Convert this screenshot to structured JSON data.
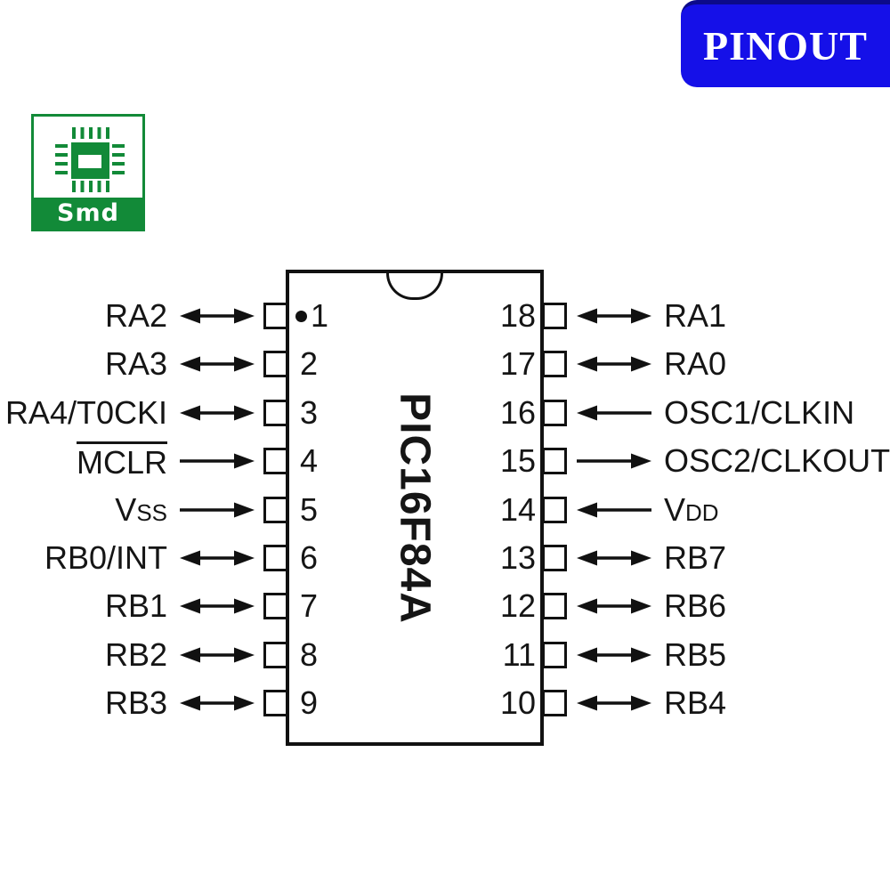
{
  "badge": {
    "label": "PINOUT",
    "bg_color": "#1510e8",
    "text_color": "#ffffff"
  },
  "logo": {
    "text": "Smd",
    "color": "#128a38"
  },
  "chip": {
    "title": "PIC16F84A",
    "left_pins": [
      {
        "num": "1",
        "label": "RA2",
        "sub": "",
        "ov": "",
        "dir": "bidir"
      },
      {
        "num": "2",
        "label": "RA3",
        "sub": "",
        "ov": "",
        "dir": "bidir"
      },
      {
        "num": "3",
        "label": "RA4/T0CKI",
        "sub": "",
        "ov": "",
        "dir": "bidir"
      },
      {
        "num": "4",
        "label": "",
        "sub": "",
        "ov": "MCLR",
        "dir": "in"
      },
      {
        "num": "5",
        "label": "V",
        "sub": "SS",
        "ov": "",
        "dir": "in"
      },
      {
        "num": "6",
        "label": "RB0/INT",
        "sub": "",
        "ov": "",
        "dir": "bidir"
      },
      {
        "num": "7",
        "label": "RB1",
        "sub": "",
        "ov": "",
        "dir": "bidir"
      },
      {
        "num": "8",
        "label": "RB2",
        "sub": "",
        "ov": "",
        "dir": "bidir"
      },
      {
        "num": "9",
        "label": "RB3",
        "sub": "",
        "ov": "",
        "dir": "bidir"
      }
    ],
    "right_pins": [
      {
        "num": "18",
        "label": "RA1",
        "sub": "",
        "ov": "",
        "dir": "bidir"
      },
      {
        "num": "17",
        "label": "RA0",
        "sub": "",
        "ov": "",
        "dir": "bidir"
      },
      {
        "num": "16",
        "label": "OSC1/CLKIN",
        "sub": "",
        "ov": "",
        "dir": "in"
      },
      {
        "num": "15",
        "label": "OSC2/CLKOUT",
        "sub": "",
        "ov": "",
        "dir": "out"
      },
      {
        "num": "14",
        "label": "V",
        "sub": "DD",
        "ov": "",
        "dir": "in"
      },
      {
        "num": "13",
        "label": "RB7",
        "sub": "",
        "ov": "",
        "dir": "bidir"
      },
      {
        "num": "12",
        "label": "RB6",
        "sub": "",
        "ov": "",
        "dir": "bidir"
      },
      {
        "num": "11",
        "label": "RB5",
        "sub": "",
        "ov": "",
        "dir": "bidir"
      },
      {
        "num": "10",
        "label": "RB4",
        "sub": "",
        "ov": "",
        "dir": "bidir"
      }
    ]
  },
  "colors": {
    "line": "#111111",
    "badge_blue": "#1510e8",
    "logo_green": "#128a38"
  }
}
